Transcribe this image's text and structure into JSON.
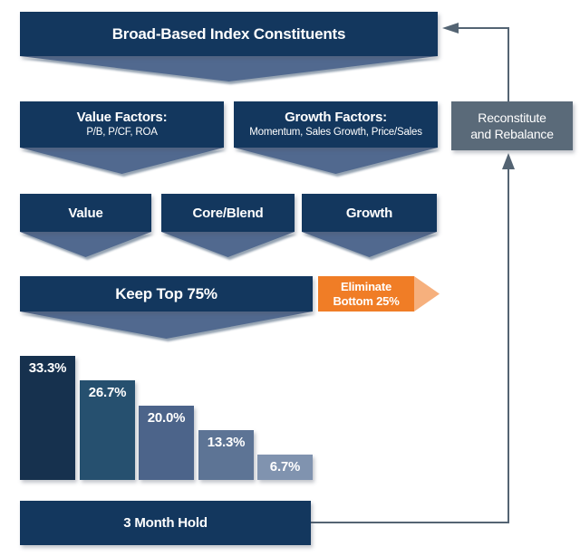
{
  "palette": {
    "navy": "#13375e",
    "chevron_blue": "#51698f",
    "slate_gray": "#5a6a79",
    "connector_line": "#546473",
    "orange": "#f07d26",
    "orange_light": "#f6b07d",
    "text_on_dark": "#ffffff"
  },
  "top_banner": {
    "label": "Broad-Based Index Constituents"
  },
  "factor_boxes": [
    {
      "title": "Value Factors:",
      "subtitle": "P/B, P/CF, ROA"
    },
    {
      "title": "Growth Factors:",
      "subtitle": "Momentum, Sales Growth, Price/Sales"
    }
  ],
  "style_boxes": [
    {
      "label": "Value"
    },
    {
      "label": "Core/Blend"
    },
    {
      "label": "Growth"
    }
  ],
  "keep_box": {
    "label": "Keep Top 75%"
  },
  "eliminate_arrow": {
    "line1": "Eliminate",
    "line2": "Bottom 25%"
  },
  "hold_bar": {
    "label": "3 Month Hold"
  },
  "reconstitute_box": {
    "line1": "Reconstitute",
    "line2": "and Rebalance"
  },
  "chart_data": {
    "type": "bar",
    "values": [
      33.3,
      26.7,
      20.0,
      13.3,
      6.7
    ],
    "labels": [
      "33.3%",
      "26.7%",
      "20.0%",
      "13.3%",
      "6.7%"
    ],
    "bar_colors": [
      "#16314e",
      "#26506f",
      "#4c648a",
      "#5d7495",
      "#8093af"
    ],
    "title": "",
    "xlabel": "",
    "ylabel": "",
    "ylim": [
      0,
      35
    ],
    "legend": null,
    "grid": false
  }
}
